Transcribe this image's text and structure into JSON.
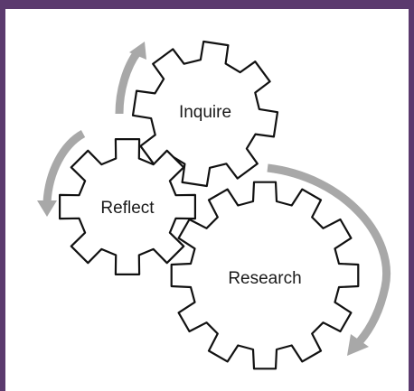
{
  "colors": {
    "frame": "#5b3a6e",
    "arrow": "#a8a8a8",
    "gear_fill": "#ffffff",
    "gear_stroke": "#111111"
  },
  "gears": {
    "inquire": {
      "label": "Inquire"
    },
    "reflect": {
      "label": "Reflect"
    },
    "research": {
      "label": "Research"
    }
  }
}
